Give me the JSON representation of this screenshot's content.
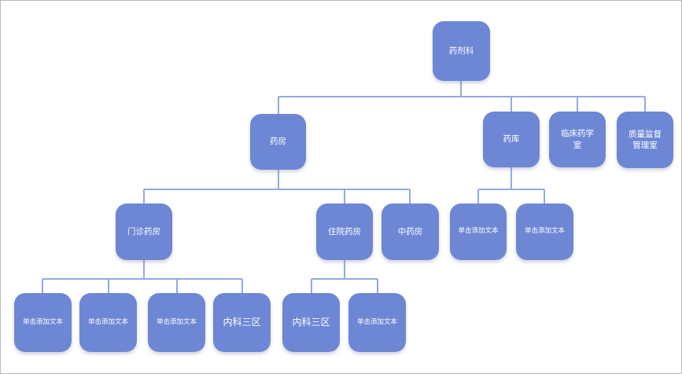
{
  "canvas": {
    "background": "#FFFFFF",
    "border_color": "#B9B9BC"
  },
  "colors": {
    "node_fill": "#6D87D5",
    "node_text": "#FFFFFF",
    "connector": "#94AADF"
  },
  "diagram": {
    "type": "org-chart",
    "placeholder_text": "单击添加文本",
    "nodes": [
      {
        "label": "药剂科",
        "parent": null,
        "level": 1
      },
      {
        "label": "药房",
        "parent": "药剂科",
        "level": 2
      },
      {
        "label": "药库",
        "parent": "药剂科",
        "level": 2
      },
      {
        "label": "临床药学\n室",
        "parent": "药剂科",
        "level": 2
      },
      {
        "label": "质量监督\n管理室",
        "parent": "药剂科",
        "level": 2
      },
      {
        "label": "门诊药房",
        "parent": "药房",
        "level": 3
      },
      {
        "label": "住院药房",
        "parent": "药房",
        "level": 3
      },
      {
        "label": "中药房",
        "parent": "药房",
        "level": 3
      },
      {
        "label": "单击添加文本",
        "parent": "药库",
        "level": 3
      },
      {
        "label": "单击添加文本",
        "parent": "药库",
        "level": 3
      },
      {
        "label": "单击添加文本",
        "parent": "门诊药房",
        "level": 4
      },
      {
        "label": "单击添加文本",
        "parent": "门诊药房",
        "level": 4
      },
      {
        "label": "单击添加文本",
        "parent": "门诊药房",
        "level": 4
      },
      {
        "label": "内科三区",
        "parent": "门诊药房",
        "level": 4
      },
      {
        "label": "内科三区",
        "parent": "住院药房",
        "level": 4
      },
      {
        "label": "单击添加文本",
        "parent": "住院药房",
        "level": 4
      }
    ]
  }
}
